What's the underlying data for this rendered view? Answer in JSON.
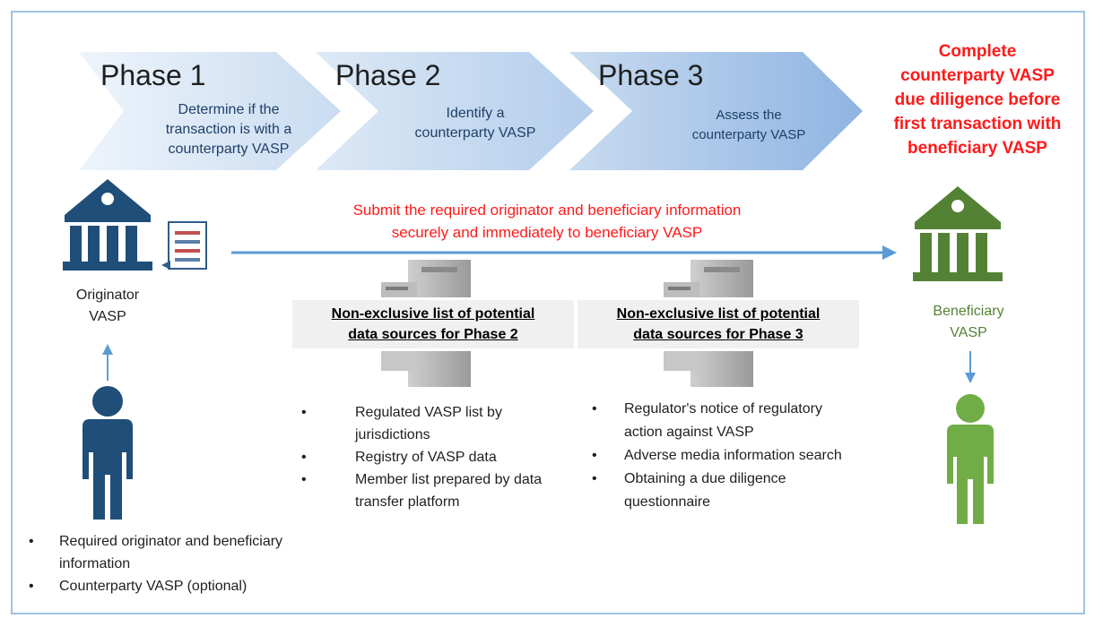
{
  "phases": [
    {
      "title": "Phase 1",
      "desc": [
        "Determine if the",
        "transaction is with a",
        "counterparty VASP"
      ]
    },
    {
      "title": "Phase 2",
      "desc": [
        "Identify a",
        "counterparty VASP"
      ]
    },
    {
      "title": "Phase 3",
      "desc": [
        "Assess the",
        "counterparty VASP"
      ]
    }
  ],
  "complete_note": [
    "Complete",
    "counterparty VASP",
    "due diligence before",
    "first transaction with",
    "beneficiary VASP"
  ],
  "submit_note": [
    "Submit the required originator and beneficiary information",
    "securely and immediately to beneficiary VASP"
  ],
  "originator": {
    "label": [
      "Originator",
      "VASP"
    ]
  },
  "beneficiary": {
    "label": [
      "Beneficiary",
      "VASP"
    ]
  },
  "source2": {
    "title": [
      "Non-exclusive list of potential",
      "data sources for Phase 2"
    ],
    "items": [
      "Regulated VASP list by jurisdictions",
      "Registry of VASP data",
      "Member list prepared by data transfer platform"
    ]
  },
  "source3": {
    "title": [
      "Non-exclusive list of potential",
      "data sources for Phase 3"
    ],
    "items": [
      "Regulator's notice of regulatory action against VASP",
      "Adverse media information search",
      "Obtaining a due diligence questionnaire"
    ]
  },
  "originator_inputs": [
    "Required originator and beneficiary information",
    "Counterparty VASP (optional)"
  ],
  "colors": {
    "phase_light": "#e4eef8",
    "phase_dark": "#8fb4e2",
    "arrow": "#5b9bd5",
    "originator": "#1f4e79",
    "beneficiary": "#548235",
    "beneficiary_person": "#70ad47",
    "alert": "#ff1a1a"
  }
}
